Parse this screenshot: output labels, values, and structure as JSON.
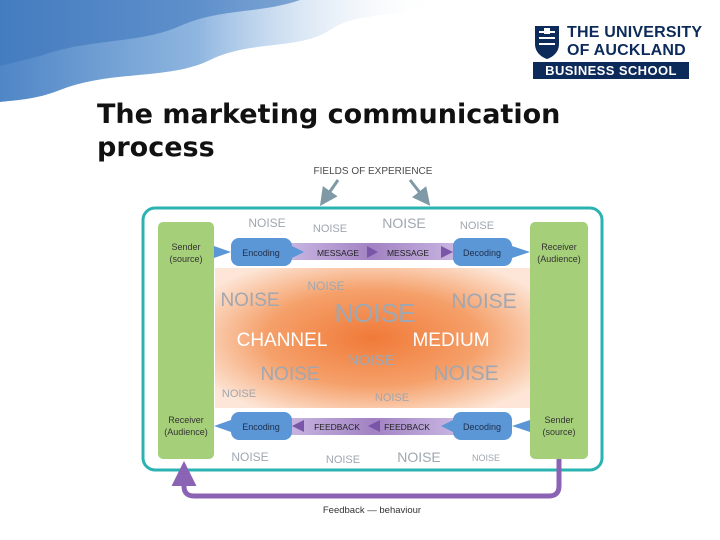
{
  "header": {
    "logo_line1": "THE UNIVERSITY",
    "logo_line2": "OF AUCKLAND",
    "logo_line3": "BUSINESS SCHOOL",
    "title": "The marketing communication process"
  },
  "diagram": {
    "fields_of_experience": "FIELDS OF EXPERIENCE",
    "sender_top": "Sender\n(source)",
    "receiver_top": "Receiver\n(Audience)",
    "receiver_bottom": "Receiver\n(Audience)",
    "sender_bottom": "Sender\n(source)",
    "encoding_top": "Encoding",
    "message_1": "MESSAGE",
    "message_2": "MESSAGE",
    "decoding_top": "Decoding",
    "encoding_bottom": "Encoding",
    "feedback_1": "FEEDBACK",
    "feedback_2": "FEEDBACK",
    "decoding_bottom": "Decoding",
    "channel": "CHANNEL",
    "medium": "MEDIUM",
    "noise": "NOISE",
    "feedback_behaviour": "Feedback — behaviour"
  },
  "colors": {
    "frame": "#2bb3b1",
    "side_column": "#a6cf7a",
    "box_blue": "#5b96d6",
    "arrow_purple": "#8b63b4",
    "orange_center": "#f07a38",
    "noise_grey": "#9aa3ad"
  }
}
